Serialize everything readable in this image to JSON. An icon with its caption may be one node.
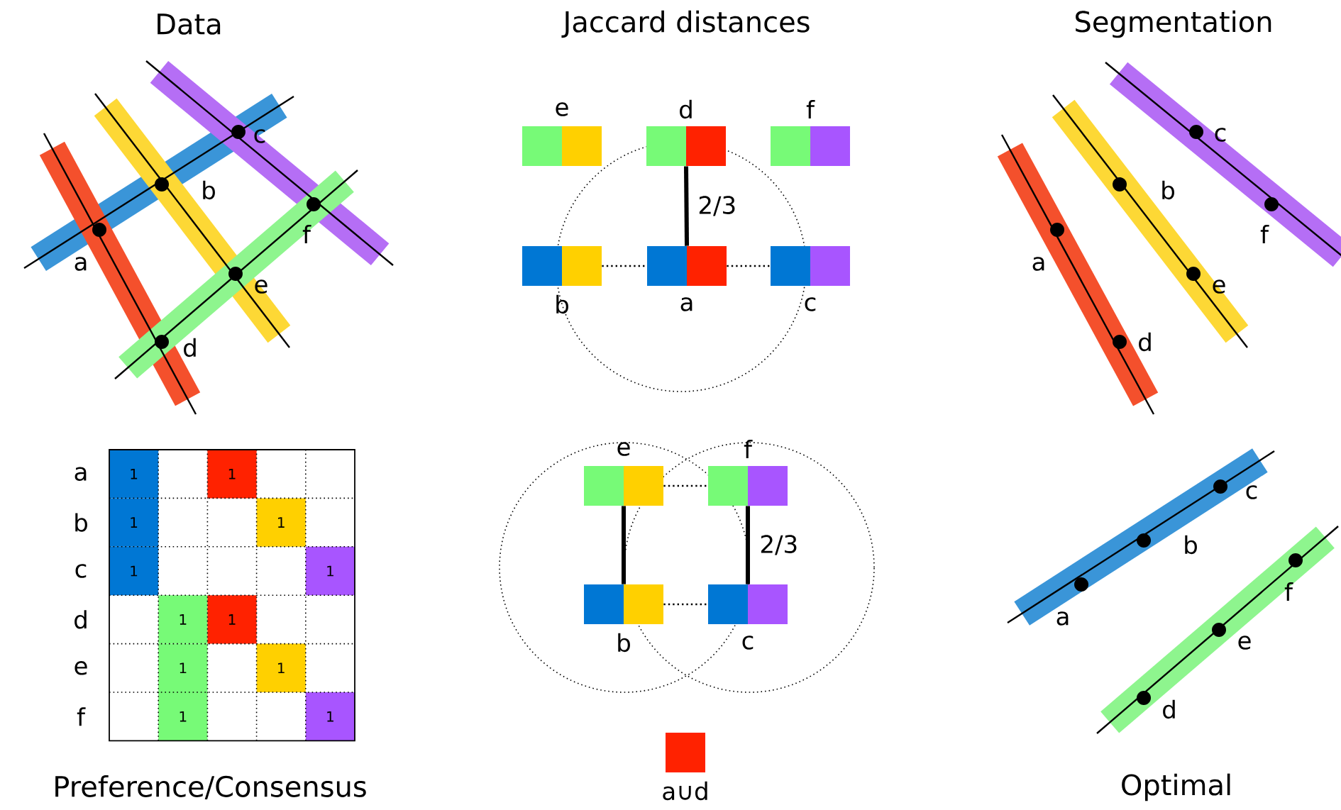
{
  "diagram": {
    "nodes": [
      {
        "text": [],
        "shape": "box",
        "beside": [
          "e"
        ]
      },
      {
        "text": [],
        "shape": "box",
        "beside": [
          "d"
        ]
      },
      {
        "text": [],
        "shape": "box",
        "beside": [
          "f"
        ]
      },
      {
        "text": [],
        "shape": "box",
        "beside": [
          "b"
        ]
      },
      {
        "text": [],
        "shape": "box",
        "beside": [
          "a"
        ]
      },
      {
        "text": [],
        "shape": "box",
        "beside": [
          "c"
        ]
      },
      {
        "text": [],
        "shape": "box",
        "beside": [
          "e"
        ]
      },
      {
        "text": [],
        "shape": "box",
        "beside": [
          "f"
        ]
      },
      {
        "text": [],
        "shape": "box",
        "beside": [
          "b"
        ]
      },
      {
        "text": [],
        "shape": "box",
        "beside": [
          "c"
        ]
      },
      {
        "text": [],
        "shape": "box",
        "beside": [
          "a∪d"
        ]
      }
    ],
    "edges": [
      {
        "from": 1,
        "to": 4,
        "arrow": "none",
        "style": "thick",
        "label": "2/3"
      },
      {
        "from": 3,
        "to": 4,
        "arrow": "none",
        "style": "dashed"
      },
      {
        "from": 4,
        "to": 5,
        "arrow": "none",
        "style": "dashed"
      },
      {
        "from": 6,
        "to": 7,
        "arrow": "none",
        "style": "dashed"
      },
      {
        "from": 6,
        "to": 8,
        "arrow": "none",
        "style": "thick"
      },
      {
        "from": 7,
        "to": 9,
        "arrow": "none",
        "style": "thick",
        "label": "2/3"
      },
      {
        "from": 8,
        "to": 9,
        "arrow": "none",
        "style": "dashed"
      }
    ],
    "labels": [
      "Data",
      "Jaccard distances",
      "Segmentation",
      "a",
      "b",
      "c",
      "d",
      "e",
      "f",
      "a",
      "b",
      "c",
      "d",
      "e",
      "f",
      "a",
      "1",
      "1",
      "b",
      "1",
      "1",
      "c",
      "1",
      "1",
      "d",
      "1",
      "1",
      "e",
      "1",
      "1",
      "f",
      "1",
      "1",
      "a",
      "b",
      "c",
      "d",
      "e",
      "f",
      "Preference/Consensus",
      "Optimal"
    ]
  }
}
